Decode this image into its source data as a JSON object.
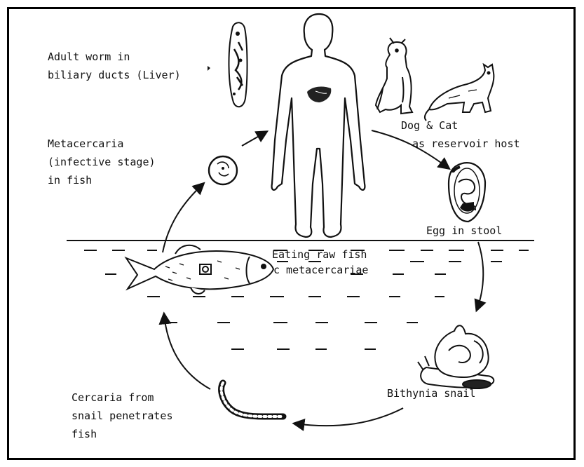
{
  "labels": {
    "adult_worm": [
      "Adult worm in",
      "biliary ducts (Liver)"
    ],
    "reservoir": [
      "Dog  & Cat",
      "as reservoir host"
    ],
    "metacercaria": [
      "Metacercaria",
      "(infective stage)",
      "in fish"
    ],
    "egg": "Egg in stool",
    "eating": [
      "Eating raw fish",
      "c metacercariae"
    ],
    "snail": "Bithynia snail",
    "cercaria": [
      "Cercaria from",
      "snail penetrates",
      "fish"
    ]
  },
  "icons": [
    "human-figure-icon",
    "liver-icon",
    "adult-worm-icon",
    "dog-icon",
    "cat-icon",
    "egg-icon",
    "metacercaria-cyst-icon",
    "fish-icon",
    "snail-icon",
    "cercaria-icon"
  ],
  "colors": {
    "ink": "#111111",
    "paper": "#ffffff"
  }
}
